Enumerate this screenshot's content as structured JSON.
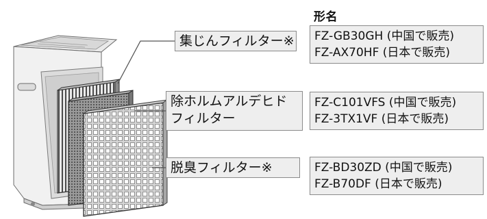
{
  "header": {
    "title": "形名"
  },
  "filters": [
    {
      "name_lines": [
        "集じんフィルター※"
      ],
      "models": [
        "FZ-GB30GH (中国で販売)",
        "FZ-AX70HF (日本で販売)"
      ]
    },
    {
      "name_lines": [
        "除ホルムアルデヒド",
        "フィルター"
      ],
      "models": [
        "FZ-C101VFS (中国で販売)",
        "FZ-3TX1VF (日本で販売)"
      ]
    },
    {
      "name_lines": [
        "脱臭フィルター※"
      ],
      "models": [
        "FZ-BD30ZD (中国で販売)",
        "FZ-B70DF (日本で販売)"
      ]
    }
  ],
  "colors": {
    "box_fill": "#eeeeee",
    "box_border": "#8a8a8a",
    "line": "#555555"
  }
}
